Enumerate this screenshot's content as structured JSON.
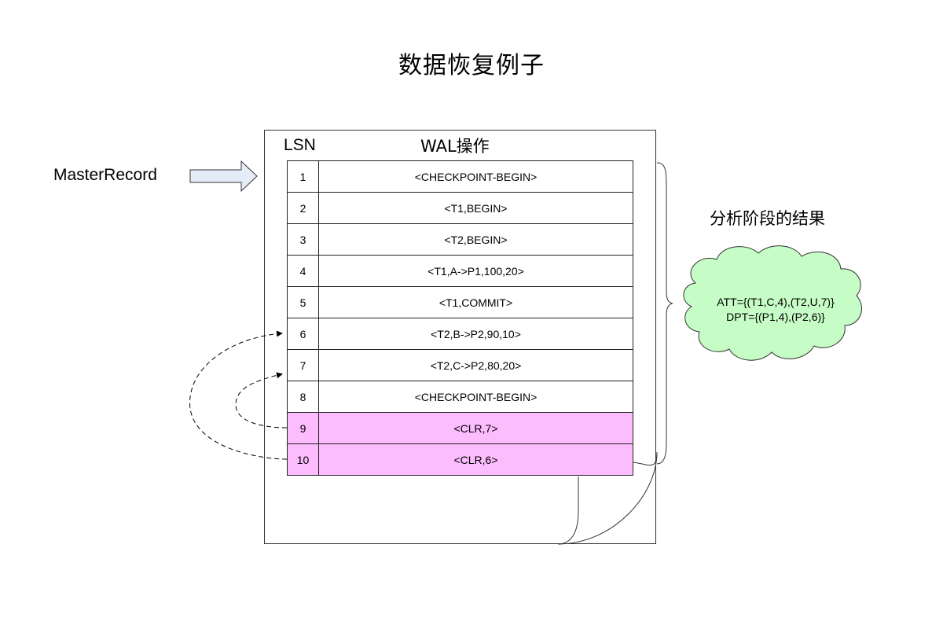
{
  "title": "数据恢复例子",
  "headers": {
    "lsn": "LSN",
    "wal": "WAL操作"
  },
  "master_record": "MasterRecord",
  "log_records": [
    {
      "lsn": "1",
      "op": "<CHECKPOINT-BEGIN>",
      "highlight": false
    },
    {
      "lsn": "2",
      "op": "<T1,BEGIN>",
      "highlight": false
    },
    {
      "lsn": "3",
      "op": "<T2,BEGIN>",
      "highlight": false
    },
    {
      "lsn": "4",
      "op": "<T1,A->P1,100,20>",
      "highlight": false
    },
    {
      "lsn": "5",
      "op": "<T1,COMMIT>",
      "highlight": false
    },
    {
      "lsn": "6",
      "op": "<T2,B->P2,90,10>",
      "highlight": false
    },
    {
      "lsn": "7",
      "op": "<T2,C->P2,80,20>",
      "highlight": false
    },
    {
      "lsn": "8",
      "op": "<CHECKPOINT-BEGIN>",
      "highlight": false
    },
    {
      "lsn": "9",
      "op": "<CLR,7>",
      "highlight": true
    },
    {
      "lsn": "10",
      "op": "<CLR,6>",
      "highlight": true
    }
  ],
  "analysis": {
    "label": "分析阶段的结果",
    "att": "ATT={(T1,C,4),(T2,U,7)}",
    "dpt": "DPT={(P1,4),(P2,6)}"
  },
  "colors": {
    "clr_highlight": "#fdbcfd",
    "cloud_fill": "#c6fcc6",
    "arrow_fill": "#e3ecf7"
  }
}
